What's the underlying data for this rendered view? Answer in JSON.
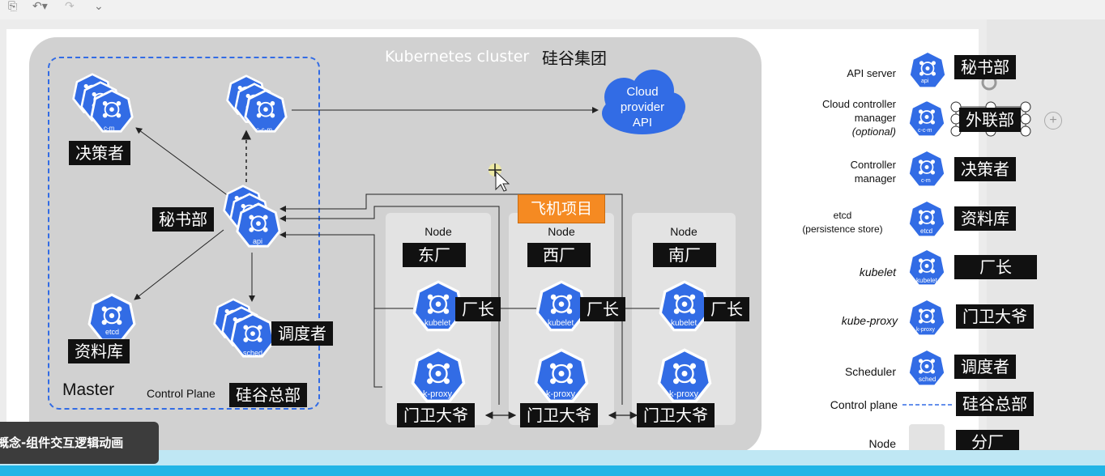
{
  "toolbar": {
    "icons": [
      "save-icon",
      "undo-icon",
      "redo-icon",
      "more-icon"
    ]
  },
  "cluster": {
    "title": "Kubernetes cluster",
    "title_cn": "硅谷集团"
  },
  "master": {
    "label": "Master",
    "control_plane": "Control Plane",
    "control_plane_cn": "硅谷总部"
  },
  "components": {
    "cm": {
      "icon_text": "c-m",
      "cn": "决策者"
    },
    "ccm": {
      "icon_text": "c-c-m"
    },
    "api": {
      "icon_text": "api",
      "cn": "秘书部"
    },
    "etcd": {
      "icon_text": "etcd",
      "cn": "资料库"
    },
    "sched": {
      "icon_text": "sched",
      "cn": "调度者"
    }
  },
  "cloud": {
    "line1": "Cloud",
    "line2": "provider",
    "line3": "API"
  },
  "project_label": "飞机项目",
  "nodes": [
    {
      "title": "Node",
      "name": "东厂",
      "kubelet": "kubelet",
      "kubelet_cn": "厂长",
      "kproxy": "k-proxy",
      "kproxy_cn": "门卫大爷"
    },
    {
      "title": "Node",
      "name": "西厂",
      "kubelet": "kubelet",
      "kubelet_cn": "厂长",
      "kproxy": "k-proxy",
      "kproxy_cn": "门卫大爷"
    },
    {
      "title": "Node",
      "name": "南厂",
      "kubelet": "kubelet",
      "kubelet_cn": "厂长",
      "kproxy": "k-proxy",
      "kproxy_cn": "门卫大爷"
    }
  ],
  "legend": {
    "api_server": {
      "label": "API server",
      "icon": "api",
      "cn": "秘书部"
    },
    "ccm": {
      "label1": "Cloud controller",
      "label2": "manager",
      "label3": "(optional)",
      "icon": "c-c-m",
      "cn": "外联部"
    },
    "cm": {
      "label1": "Controller",
      "label2": "manager",
      "icon": "c-m",
      "cn": "决策者"
    },
    "etcd": {
      "label1": "etcd",
      "label2": "(persistence store)",
      "icon": "etcd",
      "cn": "资料库"
    },
    "kubelet": {
      "label": "kubelet",
      "icon": "kubelet",
      "cn": "厂长"
    },
    "kproxy": {
      "label": "kube-proxy",
      "icon": "k-proxy",
      "cn": "门卫大爷"
    },
    "scheduler": {
      "label": "Scheduler",
      "icon": "sched",
      "cn": "调度者"
    },
    "control_plane": {
      "label": "Control plane",
      "cn": "硅谷总部"
    },
    "node": {
      "label": "Node",
      "cn": "分厂"
    }
  },
  "caption": "概念-组件交互逻辑动画",
  "colors": {
    "k8s_blue": "#326ce5",
    "orange": "#f58a22",
    "cluster_gray": "#d1d1d1"
  }
}
